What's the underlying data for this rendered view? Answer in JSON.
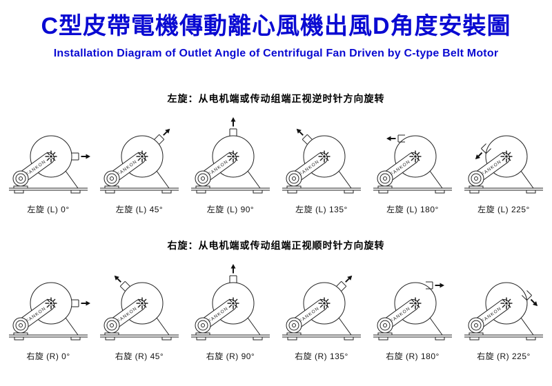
{
  "title": "C型皮帶電機傳動離心風機出風D角度安裝圖",
  "subtitle": "Installation Diagram of Outlet Angle of Centrifugal Fan Driven by C-type Belt Motor",
  "brand": "FANKON",
  "sections": [
    {
      "header": "左旋：从电机端或传动组端正视逆时针方向旋转",
      "items": [
        {
          "label": "左旋 (L) 0°"
        },
        {
          "label": "左旋 (L) 45°"
        },
        {
          "label": "左旋 (L) 90°"
        },
        {
          "label": "左旋 (L) 135°"
        },
        {
          "label": "左旋 (L) 180°"
        },
        {
          "label": "左旋 (L) 225°"
        }
      ]
    },
    {
      "header": "右旋：从电机端或传动组端正视顺时针方向旋转",
      "items": [
        {
          "label": "右旋 (R) 0°"
        },
        {
          "label": "右旋 (R) 45°"
        },
        {
          "label": "右旋 (R) 90°"
        },
        {
          "label": "右旋 (R) 135°"
        },
        {
          "label": "右旋 (R) 180°"
        },
        {
          "label": "右旋 (R) 225°"
        }
      ]
    }
  ]
}
